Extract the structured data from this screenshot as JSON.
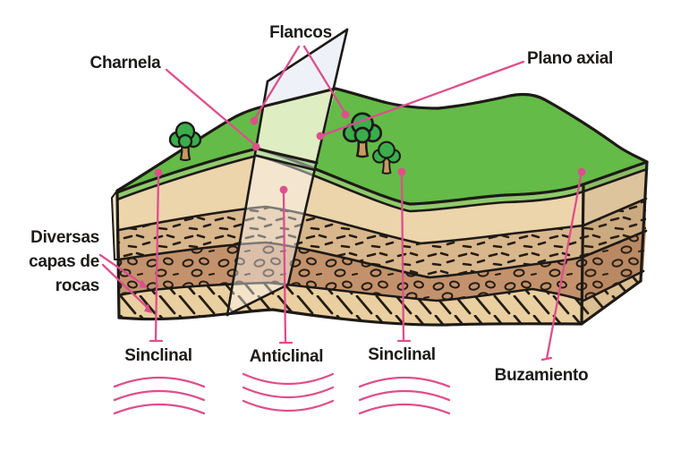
{
  "diagram": {
    "type": "geological-fold-block-diagram",
    "language": "es",
    "labels": {
      "flancos": "Flancos",
      "charnela": "Charnela",
      "plano_axial": "Plano axial",
      "diversas_capas": "Diversas capas de rocas",
      "sinclinal_left": "Sinclinal",
      "anticlinal": "Anticlinal",
      "sinclinal_right": "Sinclinal",
      "buzamiento": "Buzamiento"
    },
    "colors": {
      "annotation_pink": "#dd4f8c",
      "grass_green": "#64bb48",
      "axial_plane_above": "#edf2f8",
      "axial_plane_hillside": "#e6efc9",
      "layer_beige": "#ecd4ab",
      "layer_dashed_tan": "#d9b78c",
      "layer_brown": "#c3926c",
      "layer_hatched": "#eacfa0",
      "tree_canopy": "#3bad4c",
      "tree_trunk": "#c89a61",
      "outline_black": "#1d1a16",
      "text_black": "#1d1b19"
    }
  }
}
